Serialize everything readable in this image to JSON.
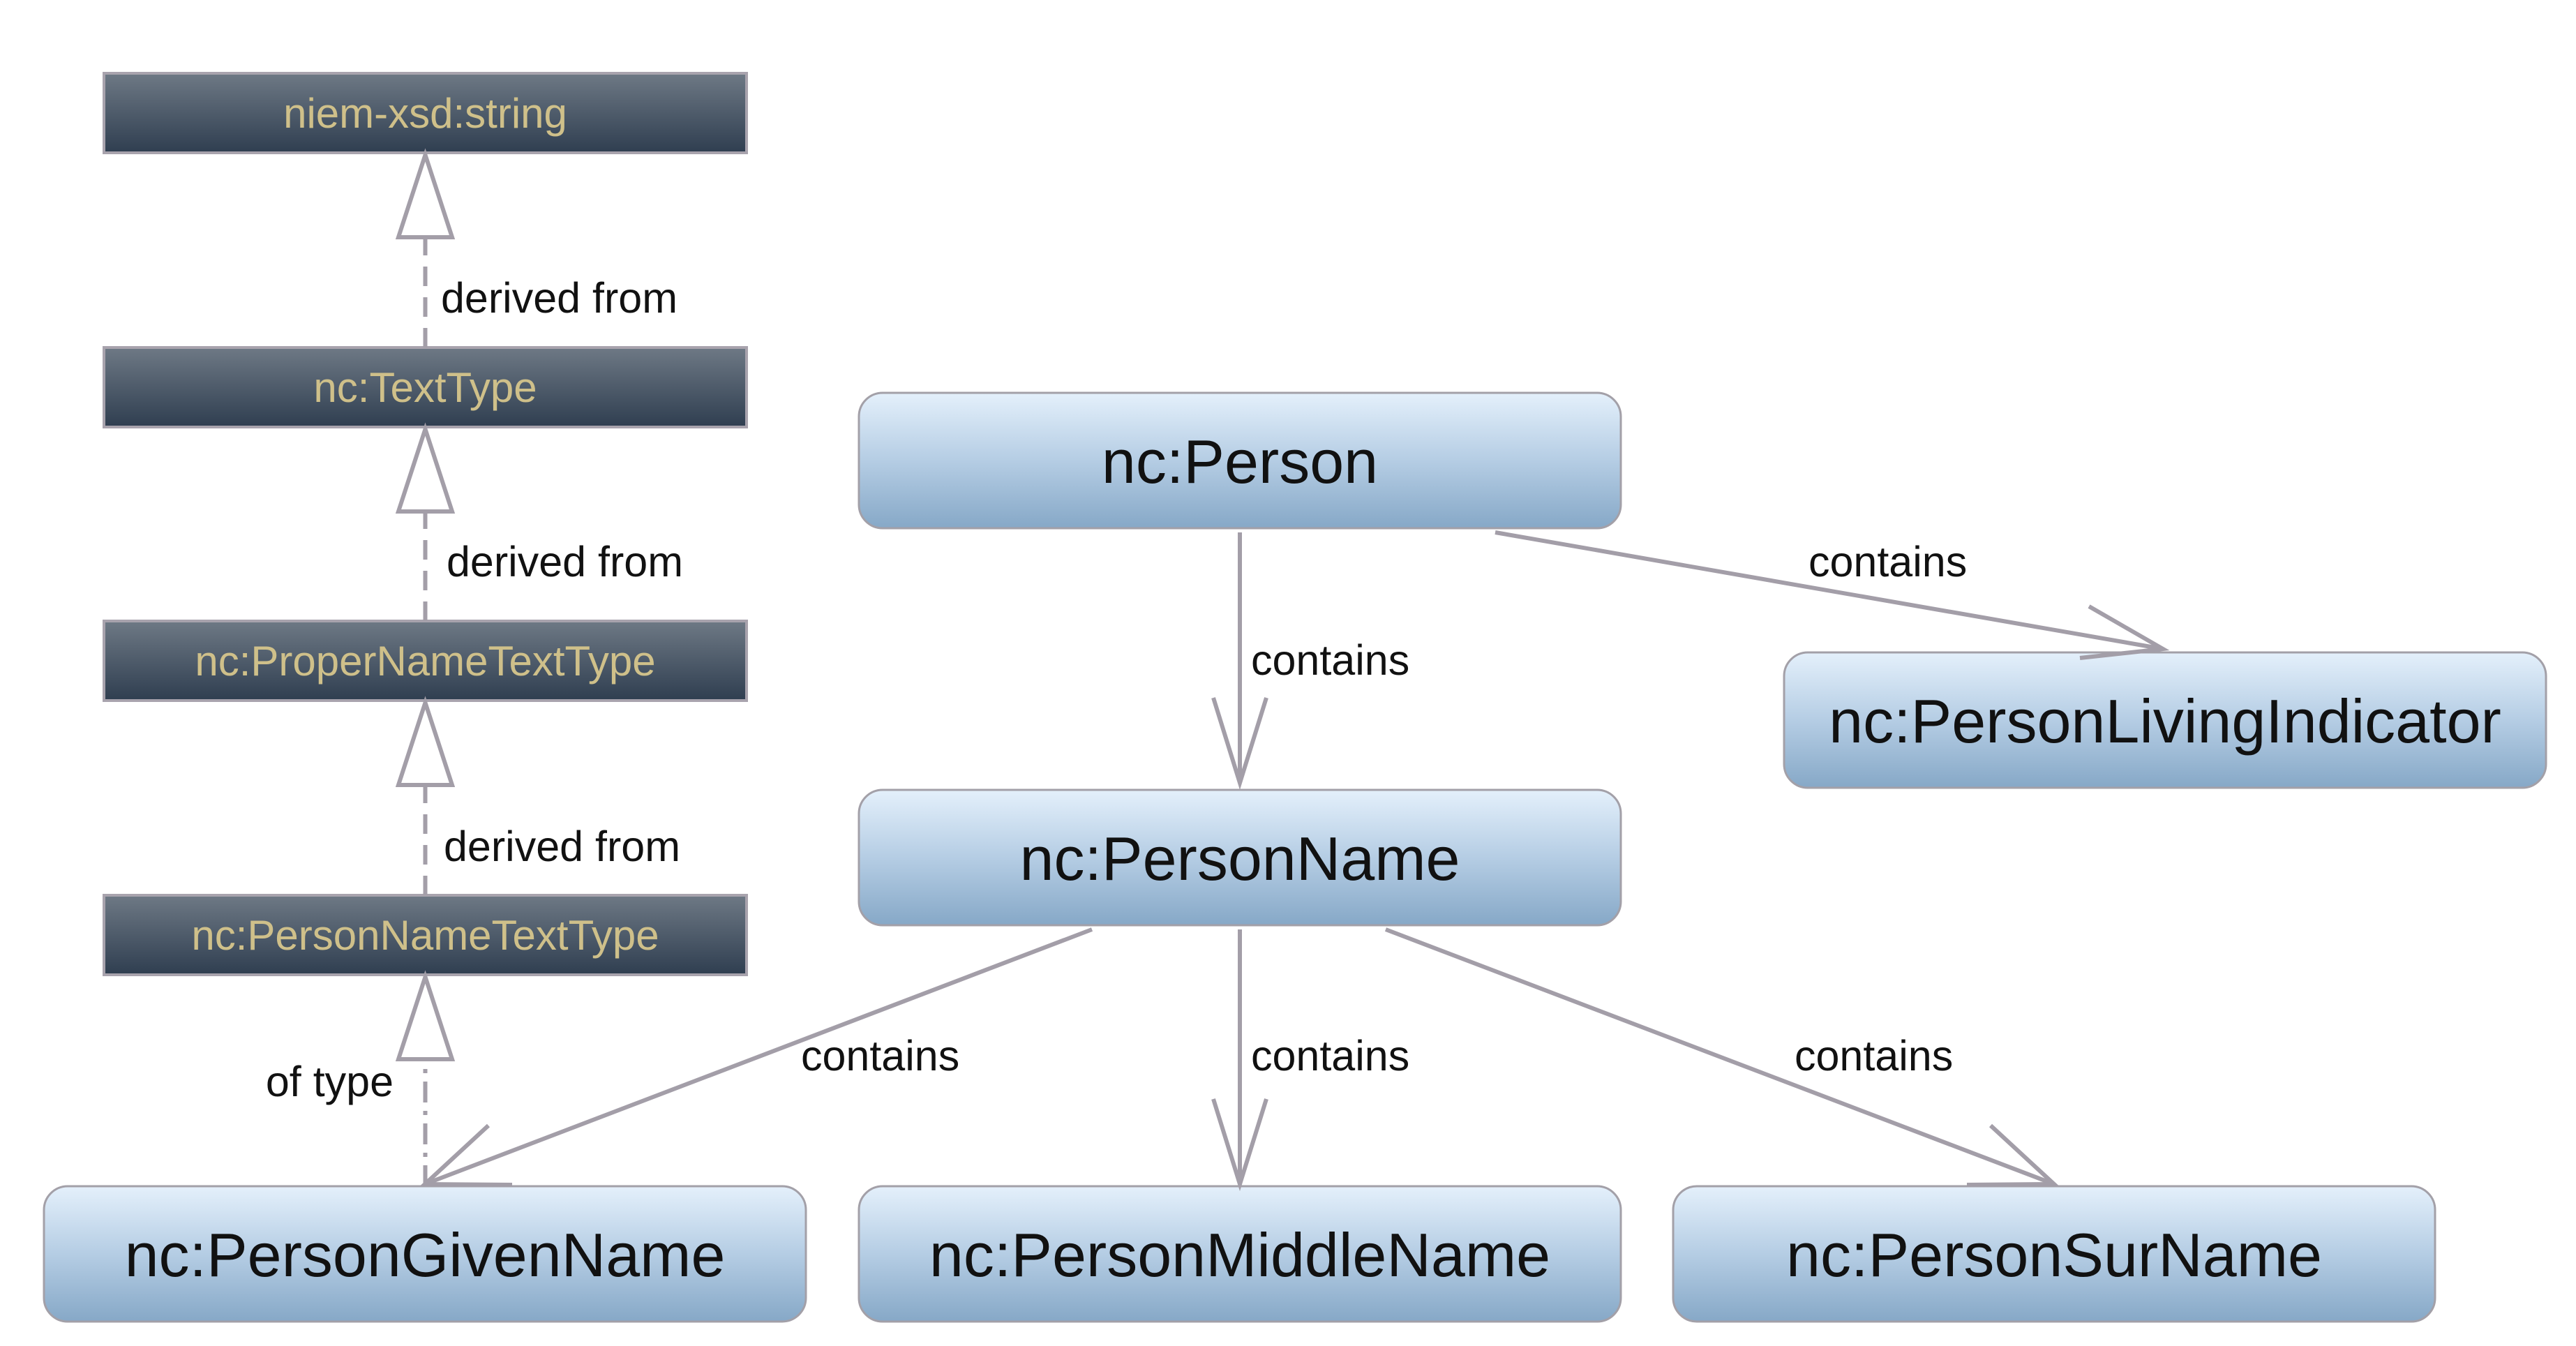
{
  "type_nodes": {
    "niem_xsd_string": {
      "label": "niem-xsd:string"
    },
    "text_type": {
      "label": "nc:TextType"
    },
    "proper_name_text_type": {
      "label": "nc:ProperNameTextType"
    },
    "person_name_text_type": {
      "label": "nc:PersonNameTextType"
    }
  },
  "element_nodes": {
    "person": {
      "label": "nc:Person"
    },
    "person_living_indicator": {
      "label": "nc:PersonLivingIndicator"
    },
    "person_name": {
      "label": "nc:PersonName"
    },
    "person_given_name": {
      "label": "nc:PersonGivenName"
    },
    "person_middle_name": {
      "label": "nc:PersonMiddleName"
    },
    "person_sur_name": {
      "label": "nc:PersonSurName"
    }
  },
  "edges": {
    "derived_1": {
      "label": "derived from"
    },
    "derived_2": {
      "label": "derived from"
    },
    "derived_3": {
      "label": "derived from"
    },
    "of_type": {
      "label": "of type"
    },
    "person_to_living": {
      "label": "contains"
    },
    "person_to_name": {
      "label": "contains"
    },
    "name_to_given": {
      "label": "contains"
    },
    "name_to_middle": {
      "label": "contains"
    },
    "name_to_sur": {
      "label": "contains"
    }
  },
  "colors": {
    "type_node_text": "#cfc08a",
    "type_node_fill_top": "#6e7985",
    "type_node_fill_bottom": "#2f3e50",
    "element_node_fill_top": "#e1eefa",
    "element_node_fill_bottom": "#86a8c7",
    "edge_stroke": "#a39ea8"
  }
}
